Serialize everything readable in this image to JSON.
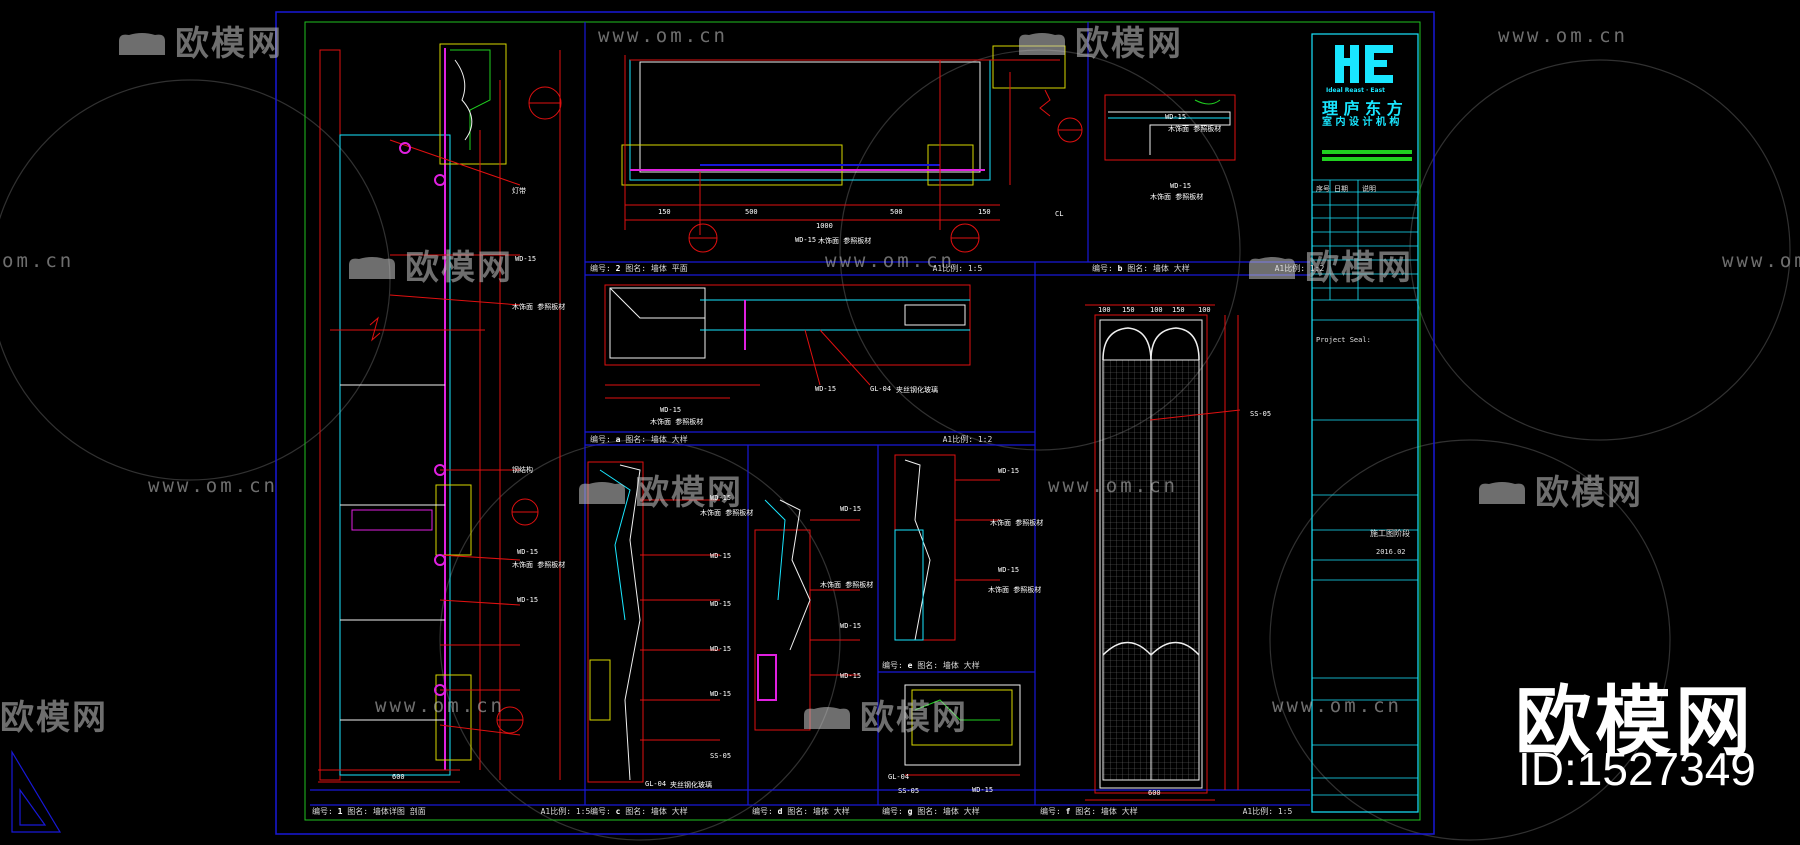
{
  "watermarks": {
    "brand": "欧模网",
    "url": "www.om.cn",
    "url_partial": "om.cn",
    "big_brand": "欧模网",
    "big_id": "ID:1527349"
  },
  "title_block": {
    "logo_name": "Ideal Reast · East",
    "company": "理 庐 东 方",
    "company_sub": "室 内 设 计 机 构",
    "project_seal_label": "Project Seal:",
    "drawing_phase": "施工图阶段",
    "date": "2016.02",
    "rows_heads": [
      "序号",
      "日期",
      "说明"
    ]
  },
  "panels": [
    {
      "num": "1",
      "title": "墙体详图 剖面",
      "scale": "A1比例: 1:5"
    },
    {
      "num": "2",
      "title": "墙体 平面",
      "scale": "A1比例: 1:5"
    },
    {
      "num": "b",
      "title": "墙体 大样",
      "scale": "A1比例: 1:2"
    },
    {
      "num": "a",
      "title": "墙体 大样",
      "scale": "A1比例: 1:2"
    },
    {
      "num": "c",
      "title": "墙体 大样",
      "scale": ""
    },
    {
      "num": "d",
      "title": "墙体 大样",
      "scale": ""
    },
    {
      "num": "e",
      "title": "墙体 大样",
      "scale": ""
    },
    {
      "num": "g",
      "title": "墙体 大样",
      "scale": ""
    },
    {
      "num": "f",
      "title": "墙体 大样",
      "scale": "A1比例: 1:5"
    }
  ],
  "dims": {
    "plan_bottom": [
      "150",
      "500",
      "1000",
      "500",
      "150"
    ],
    "section_bottom": "600",
    "elev_bottom": "600",
    "elev_top": [
      "100",
      "150",
      "100",
      "150",
      "100"
    ]
  },
  "tags": {
    "wd": "WD-15",
    "ss": "SS-05",
    "gl": "GL-04",
    "note_wood": "木饰面 参照板材",
    "note_glass": "夹丝钢化玻璃",
    "note_lamp": "灯带",
    "note_fix": "钢结构",
    "note_cl": "CL"
  },
  "colors": {
    "blue": "#1818d8",
    "red": "#e01010",
    "cyan": "#19e6ff",
    "green": "#20d020",
    "yellow": "#d8d800",
    "magenta": "#e020e0",
    "white": "#f0f0f0"
  }
}
